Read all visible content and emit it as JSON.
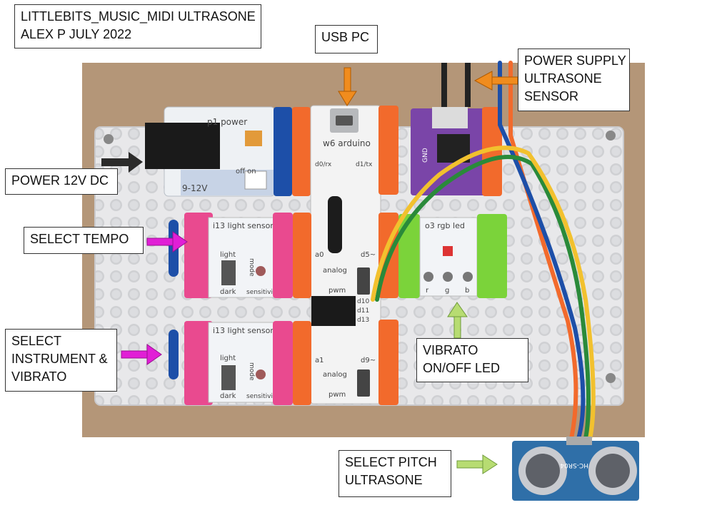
{
  "title_box": {
    "line1": "LITTLEBITS_MUSIC_MIDI ULTRASONE",
    "line2": "ALEX P JULY 2022"
  },
  "callouts": {
    "usb": "USB PC",
    "power_supply": [
      "POWER SUPPLY",
      "ULTRASONE",
      "SENSOR"
    ],
    "power_12v": "POWER 12V DC",
    "tempo": "SELECT TEMPO",
    "instrument": [
      "SELECT",
      "INSTRUMENT &",
      "VIBRATO"
    ],
    "vibrato_led": [
      "VIBRATO",
      "ON/OFF LED"
    ],
    "pitch": [
      "SELECT PITCH",
      "ULTRASONE"
    ]
  },
  "module_text": {
    "power": "p1 power",
    "power_range": "9-12V",
    "power_switch": "off   on",
    "arduino": "w6 arduino",
    "d0": "d0/rx",
    "d1": "d1/tx",
    "a0": "a0",
    "a1": "a1",
    "d5": "d5~",
    "d9": "d9~",
    "analog": "analog",
    "pwm": "pwm",
    "d10": "d10",
    "d11": "d11",
    "d13": "d13",
    "light_sensor": "i13 light sensor",
    "light": "light",
    "dark": "dark",
    "mode": "mode",
    "sensitivity": "sensitivit",
    "rgb_led": "o3 rgb led",
    "r": "r",
    "g": "g",
    "b": "b",
    "gnd": "GND",
    "sensor_model": "HC-SR04"
  },
  "colors": {
    "arrow_black": "#2b2b2b",
    "arrow_orange": "#f08c1e",
    "arrow_magenta": "#e11fd6",
    "arrow_green": "#b7dc72",
    "module_pink": "#e94a8f",
    "module_orange": "#f26a2c",
    "module_blue": "#1d4fa8",
    "module_green": "#7bd33a",
    "board_white": "#e9e9ea",
    "wall_brown": "#b99a7c"
  }
}
